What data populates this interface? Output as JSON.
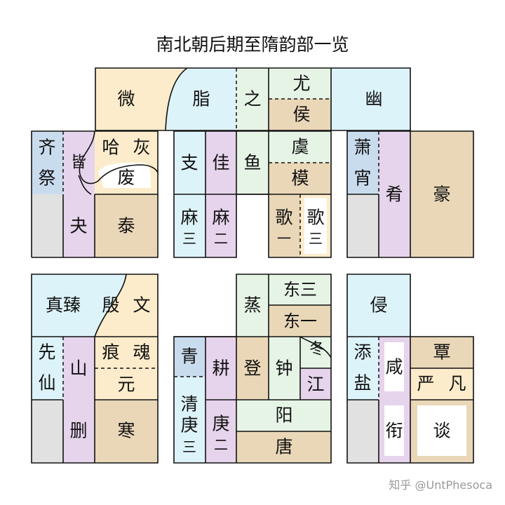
{
  "title": "南北朝后期至隋韵部一览",
  "watermark": "知乎 @UntPhesoca",
  "colors": {
    "cream": "#fdeccb",
    "lightblue": "#ddf3fa",
    "mint": "#e6f4e6",
    "tan": "#e9d7b8",
    "lavender": "#e6d3ec",
    "steelblue": "#c9dcee",
    "grey": "#e1e1e1",
    "white": "#ffffff",
    "line": "#111111"
  },
  "groups": {
    "top": {
      "wei": "微",
      "zhi": "脂",
      "zhi2": "之",
      "you": "尤",
      "hou": "侯",
      "you2": "幽"
    },
    "left1": {
      "qi": "齐",
      "ji": "祭",
      "jie": "皆",
      "ha": "哈",
      "hui": "灰",
      "fei": "废",
      "guai": "夬",
      "tai": "泰"
    },
    "mid1": {
      "zhi": "支",
      "jia": "佳",
      "yu": "鱼",
      "yu2": "虞",
      "mo": "模",
      "ma3": "麻",
      "ma3n": "三",
      "ma2": "麻",
      "ma2n": "二",
      "ge1": "歌",
      "ge1n": "一",
      "ge3": "歌",
      "ge3n": "三"
    },
    "right1": {
      "xiao": "萧",
      "xiao2": "宵",
      "yao": "肴",
      "hao": "豪"
    },
    "left2": {
      "zhen": "真臻",
      "yin": "殷",
      "wen": "文",
      "xian": "先",
      "xian2": "仙",
      "shan": "山",
      "hen": "痕",
      "hun": "魂",
      "yuan": "元",
      "shan2": "删",
      "han": "寒"
    },
    "mid2": {
      "zheng": "蒸",
      "dong3": "东三",
      "dong1": "东一",
      "qing": "青",
      "geng": "耕",
      "deng": "登",
      "zhong": "钟",
      "dong": "冬",
      "jiang": "江",
      "qing2": "清",
      "geng3": "庚",
      "geng3n": "三",
      "geng2": "庚",
      "geng2n": "二",
      "yang": "阳",
      "tang": "唐"
    },
    "right2": {
      "qin": "侵",
      "tian": "添",
      "yan": "盐",
      "xian": "咸",
      "tan": "覃",
      "yan2": "严",
      "fan": "凡",
      "xian2": "衔",
      "tan2": "谈"
    }
  }
}
